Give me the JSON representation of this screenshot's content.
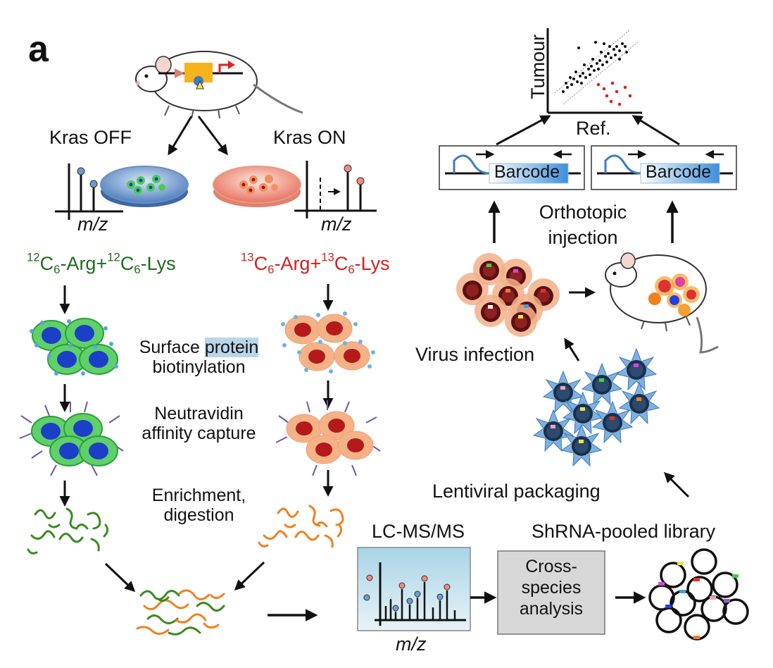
{
  "panel_label": "a",
  "labels": {
    "kras_off": "Kras OFF",
    "kras_on": "Kras ON",
    "mz": "m/z",
    "surface_protein_1": "Surface ",
    "surface_protein_hl": "protein",
    "biotinylation": "biotinylation",
    "neutravidin": "Neutravidin",
    "affinity_capture": "affinity capture",
    "enrichment": "Enrichment,",
    "digestion": "digestion",
    "lcms": "LC-MS/MS",
    "cross_species": [
      "Cross-",
      "species",
      "analysis"
    ],
    "shrna_library": "ShRNA-pooled library",
    "lentiviral": "Lentiviral packaging",
    "virus_infection": "Virus infection",
    "orthotopic": "Orthotopic",
    "injection": "injection",
    "barcode": "Barcode",
    "tumour": "Tumour",
    "ref": "Ref."
  },
  "isotopes": {
    "light": {
      "arg_mass": "12",
      "arg_elem": "C",
      "arg_n": "6",
      "arg_tail": "-Arg+",
      "lys_mass": "12",
      "lys_elem": "C",
      "lys_n": "6",
      "lys_tail": "-Lys"
    },
    "heavy": {
      "arg_mass": "13",
      "arg_elem": "C",
      "arg_n": "6",
      "arg_tail": "-Arg+",
      "lys_mass": "13",
      "lys_elem": "C",
      "lys_n": "6",
      "lys_tail": "-Lys"
    }
  },
  "colors": {
    "light_label": "#1e6b1e",
    "heavy_label": "#d42020",
    "blue_cell": "#1c3fc8",
    "green_ring": "#3cbf4a",
    "orange_cell": "#f2a676",
    "red_nucleus": "#b41a1a",
    "barcode": "#3d8fdc",
    "highlight": "#b9d6ea"
  },
  "icons": [
    "mouse-icon",
    "petri-dish-icon",
    "spectrum-icon",
    "cell-icon",
    "peptide-icon",
    "plasmid-icon",
    "virus-icon",
    "arrow-icon"
  ]
}
